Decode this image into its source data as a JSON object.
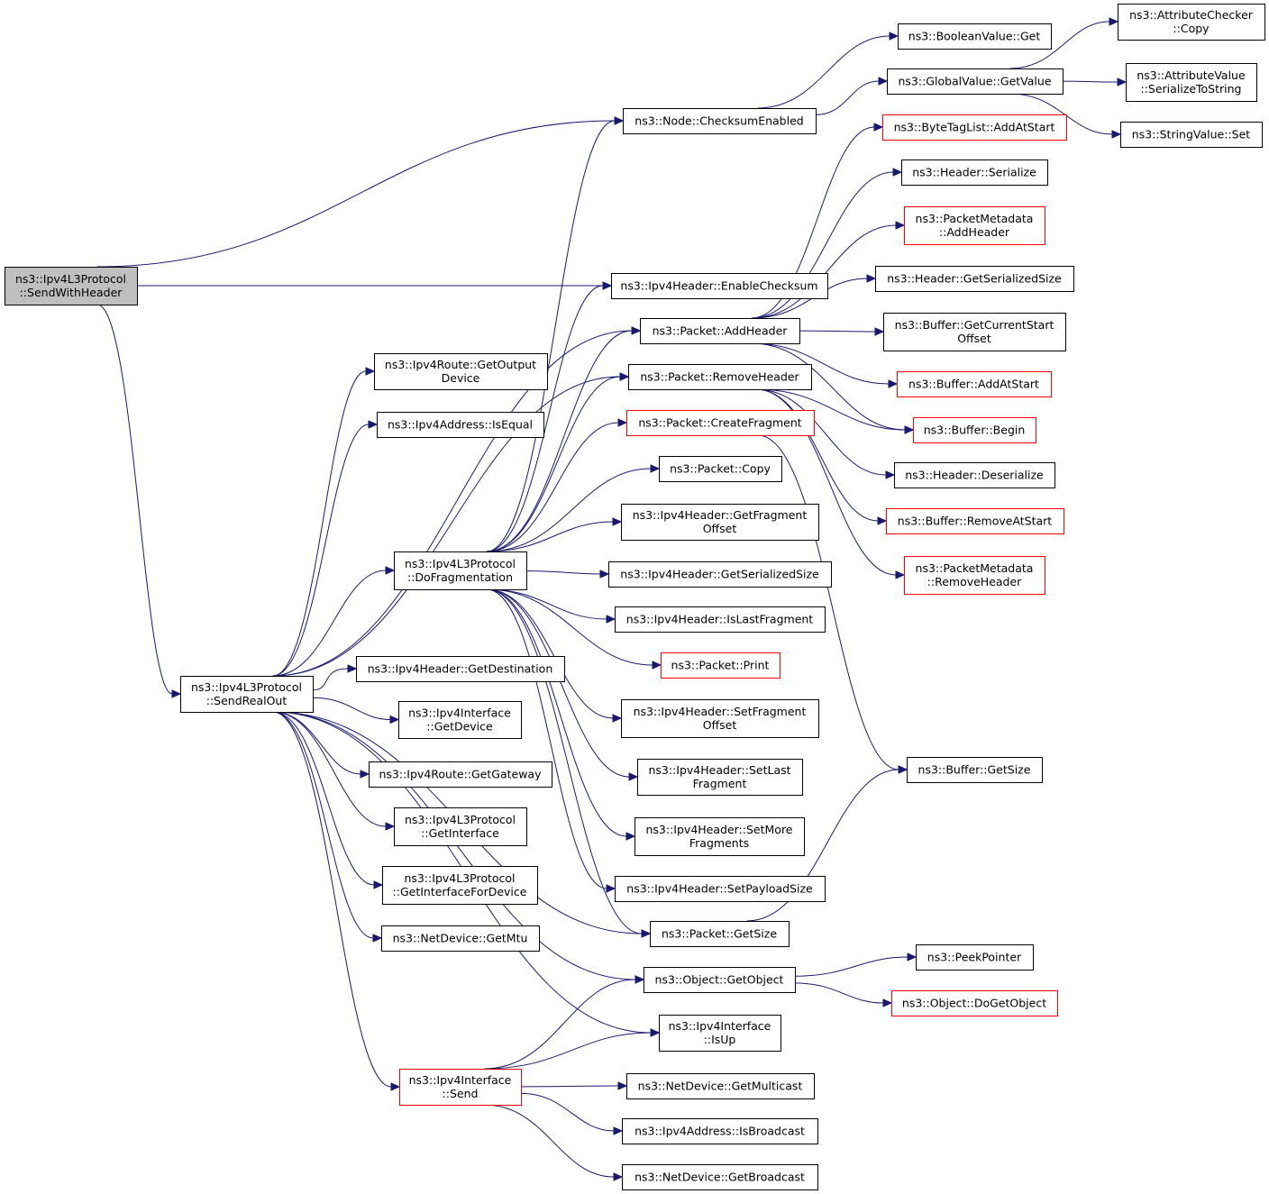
{
  "nodes": [
    {
      "id": "send_with_header",
      "lines": [
        "ns3::Ipv4L3Protocol",
        "::SendWithHeader"
      ],
      "root": true
    },
    {
      "id": "checksum_enabled",
      "lines": [
        "ns3::Node::ChecksumEnabled"
      ]
    },
    {
      "id": "boolean_get",
      "lines": [
        "ns3::BooleanValue::Get"
      ]
    },
    {
      "id": "global_get_value",
      "lines": [
        "ns3::GlobalValue::GetValue"
      ]
    },
    {
      "id": "attr_checker_copy",
      "lines": [
        "ns3::AttributeChecker",
        "::Copy"
      ]
    },
    {
      "id": "attr_value_serialize",
      "lines": [
        "ns3::AttributeValue",
        "::SerializeToString"
      ]
    },
    {
      "id": "string_value_set",
      "lines": [
        "ns3::StringValue::Set"
      ]
    },
    {
      "id": "bytetaglist_add",
      "lines": [
        "ns3::ByteTagList::AddAtStart"
      ],
      "truncated": true
    },
    {
      "id": "header_serialize",
      "lines": [
        "ns3::Header::Serialize"
      ]
    },
    {
      "id": "pm_add_header",
      "lines": [
        "ns3::PacketMetadata",
        "::AddHeader"
      ],
      "truncated": true
    },
    {
      "id": "header_get_ser_size",
      "lines": [
        "ns3::Header::GetSerializedSize"
      ]
    },
    {
      "id": "buffer_current_start",
      "lines": [
        "ns3::Buffer::GetCurrentStart",
        "Offset"
      ]
    },
    {
      "id": "buffer_add_at_start",
      "lines": [
        "ns3::Buffer::AddAtStart"
      ],
      "truncated": true
    },
    {
      "id": "buffer_begin",
      "lines": [
        "ns3::Buffer::Begin"
      ],
      "truncated": true
    },
    {
      "id": "header_deserialize",
      "lines": [
        "ns3::Header::Deserialize"
      ]
    },
    {
      "id": "buffer_remove_at_start",
      "lines": [
        "ns3::Buffer::RemoveAtStart"
      ],
      "truncated": true
    },
    {
      "id": "pm_remove_header",
      "lines": [
        "ns3::PacketMetadata",
        "::RemoveHeader"
      ],
      "truncated": true
    },
    {
      "id": "buffer_get_size",
      "lines": [
        "ns3::Buffer::GetSize"
      ]
    },
    {
      "id": "enable_checksum",
      "lines": [
        "ns3::Ipv4Header::EnableChecksum"
      ]
    },
    {
      "id": "packet_add_header",
      "lines": [
        "ns3::Packet::AddHeader"
      ]
    },
    {
      "id": "packet_remove_header",
      "lines": [
        "ns3::Packet::RemoveHeader"
      ]
    },
    {
      "id": "packet_create_fragment",
      "lines": [
        "ns3::Packet::CreateFragment"
      ],
      "truncated": true
    },
    {
      "id": "packet_copy",
      "lines": [
        "ns3::Packet::Copy"
      ]
    },
    {
      "id": "get_fragment_offset",
      "lines": [
        "ns3::Ipv4Header::GetFragment",
        "Offset"
      ]
    },
    {
      "id": "ipv4h_get_ser_size",
      "lines": [
        "ns3::Ipv4Header::GetSerializedSize"
      ]
    },
    {
      "id": "is_last_fragment",
      "lines": [
        "ns3::Ipv4Header::IsLastFragment"
      ]
    },
    {
      "id": "packet_print",
      "lines": [
        "ns3::Packet::Print"
      ],
      "truncated": true
    },
    {
      "id": "set_fragment_offset",
      "lines": [
        "ns3::Ipv4Header::SetFragment",
        "Offset"
      ]
    },
    {
      "id": "set_last_fragment",
      "lines": [
        "ns3::Ipv4Header::SetLast",
        "Fragment"
      ]
    },
    {
      "id": "set_more_fragments",
      "lines": [
        "ns3::Ipv4Header::SetMore",
        "Fragments"
      ]
    },
    {
      "id": "set_payload_size",
      "lines": [
        "ns3::Ipv4Header::SetPayloadSize"
      ]
    },
    {
      "id": "packet_get_size",
      "lines": [
        "ns3::Packet::GetSize"
      ]
    },
    {
      "id": "route_get_output_device",
      "lines": [
        "ns3::Ipv4Route::GetOutput",
        "Device"
      ]
    },
    {
      "id": "addr_is_equal",
      "lines": [
        "ns3::Ipv4Address::IsEqual"
      ]
    },
    {
      "id": "do_fragmentation",
      "lines": [
        "ns3::Ipv4L3Protocol",
        "::DoFragmentation"
      ]
    },
    {
      "id": "send_real_out",
      "lines": [
        "ns3::Ipv4L3Protocol",
        "::SendRealOut"
      ]
    },
    {
      "id": "get_destination",
      "lines": [
        "ns3::Ipv4Header::GetDestination"
      ]
    },
    {
      "id": "iface_get_device",
      "lines": [
        "ns3::Ipv4Interface",
        "::GetDevice"
      ]
    },
    {
      "id": "route_get_gateway",
      "lines": [
        "ns3::Ipv4Route::GetGateway"
      ]
    },
    {
      "id": "l3_get_interface",
      "lines": [
        "ns3::Ipv4L3Protocol",
        "::GetInterface"
      ]
    },
    {
      "id": "l3_get_iface_for_device",
      "lines": [
        "ns3::Ipv4L3Protocol",
        "::GetInterfaceForDevice"
      ]
    },
    {
      "id": "netdevice_get_mtu",
      "lines": [
        "ns3::NetDevice::GetMtu"
      ]
    },
    {
      "id": "object_get_object",
      "lines": [
        "ns3::Object::GetObject"
      ]
    },
    {
      "id": "peek_pointer",
      "lines": [
        "ns3::PeekPointer"
      ]
    },
    {
      "id": "object_do_get_object",
      "lines": [
        "ns3::Object::DoGetObject"
      ],
      "truncated": true
    },
    {
      "id": "iface_is_up",
      "lines": [
        "ns3::Ipv4Interface",
        "::IsUp"
      ]
    },
    {
      "id": "iface_send",
      "lines": [
        "ns3::Ipv4Interface",
        "::Send"
      ],
      "truncated": true
    },
    {
      "id": "netdevice_get_multicast",
      "lines": [
        "ns3::NetDevice::GetMulticast"
      ]
    },
    {
      "id": "addr_is_broadcast",
      "lines": [
        "ns3::Ipv4Address::IsBroadcast"
      ]
    },
    {
      "id": "netdevice_get_broadcast",
      "lines": [
        "ns3::NetDevice::GetBroadcast"
      ]
    }
  ],
  "edges": [
    [
      "send_with_header",
      "checksum_enabled"
    ],
    [
      "send_with_header",
      "enable_checksum"
    ],
    [
      "send_with_header",
      "send_real_out"
    ],
    [
      "checksum_enabled",
      "boolean_get"
    ],
    [
      "checksum_enabled",
      "global_get_value"
    ],
    [
      "global_get_value",
      "attr_checker_copy"
    ],
    [
      "global_get_value",
      "attr_value_serialize"
    ],
    [
      "global_get_value",
      "string_value_set"
    ],
    [
      "packet_add_header",
      "bytetaglist_add"
    ],
    [
      "packet_add_header",
      "header_serialize"
    ],
    [
      "packet_add_header",
      "pm_add_header"
    ],
    [
      "packet_add_header",
      "header_get_ser_size"
    ],
    [
      "packet_add_header",
      "buffer_current_start"
    ],
    [
      "packet_add_header",
      "buffer_add_at_start"
    ],
    [
      "packet_add_header",
      "buffer_begin"
    ],
    [
      "packet_remove_header",
      "buffer_begin"
    ],
    [
      "packet_remove_header",
      "header_deserialize"
    ],
    [
      "packet_remove_header",
      "buffer_remove_at_start"
    ],
    [
      "packet_remove_header",
      "pm_remove_header"
    ],
    [
      "packet_create_fragment",
      "buffer_get_size"
    ],
    [
      "packet_get_size",
      "buffer_get_size"
    ],
    [
      "do_fragmentation",
      "checksum_enabled"
    ],
    [
      "do_fragmentation",
      "packet_add_header"
    ],
    [
      "do_fragmentation",
      "packet_remove_header"
    ],
    [
      "do_fragmentation",
      "packet_create_fragment"
    ],
    [
      "do_fragmentation",
      "packet_copy"
    ],
    [
      "do_fragmentation",
      "get_fragment_offset"
    ],
    [
      "do_fragmentation",
      "ipv4h_get_ser_size"
    ],
    [
      "do_fragmentation",
      "is_last_fragment"
    ],
    [
      "do_fragmentation",
      "packet_print"
    ],
    [
      "do_fragmentation",
      "set_fragment_offset"
    ],
    [
      "do_fragmentation",
      "set_last_fragment"
    ],
    [
      "do_fragmentation",
      "set_more_fragments"
    ],
    [
      "do_fragmentation",
      "set_payload_size"
    ],
    [
      "do_fragmentation",
      "packet_get_size"
    ],
    [
      "do_fragmentation",
      "enable_checksum"
    ],
    [
      "send_real_out",
      "route_get_output_device"
    ],
    [
      "send_real_out",
      "addr_is_equal"
    ],
    [
      "send_real_out",
      "packet_add_header"
    ],
    [
      "send_real_out",
      "packet_remove_header"
    ],
    [
      "send_real_out",
      "do_fragmentation"
    ],
    [
      "send_real_out",
      "packet_get_size"
    ],
    [
      "send_real_out",
      "get_destination"
    ],
    [
      "send_real_out",
      "iface_get_device"
    ],
    [
      "send_real_out",
      "route_get_gateway"
    ],
    [
      "send_real_out",
      "l3_get_interface"
    ],
    [
      "send_real_out",
      "l3_get_iface_for_device"
    ],
    [
      "send_real_out",
      "netdevice_get_mtu"
    ],
    [
      "send_real_out",
      "object_get_object"
    ],
    [
      "send_real_out",
      "iface_is_up"
    ],
    [
      "send_real_out",
      "iface_send"
    ],
    [
      "object_get_object",
      "peek_pointer"
    ],
    [
      "object_get_object",
      "object_do_get_object"
    ],
    [
      "iface_send",
      "object_get_object"
    ],
    [
      "iface_send",
      "iface_is_up"
    ],
    [
      "iface_send",
      "netdevice_get_multicast"
    ],
    [
      "iface_send",
      "addr_is_broadcast"
    ],
    [
      "iface_send",
      "netdevice_get_broadcast"
    ]
  ],
  "colors": {
    "edge": "#191970",
    "root_fill": "#bfbfbf",
    "truncated_border": "#ff0000",
    "border": "#000000"
  }
}
